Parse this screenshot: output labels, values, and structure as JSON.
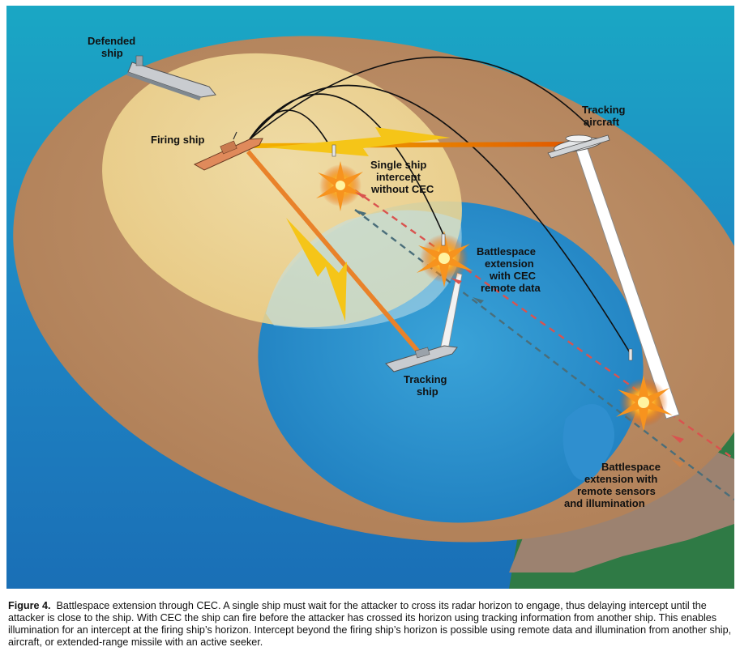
{
  "labels": {
    "defended_ship": [
      "Defended",
      "ship"
    ],
    "firing_ship": [
      "Firing ship"
    ],
    "tracking_aircraft": [
      "Tracking",
      "aircraft"
    ],
    "single_ship": [
      "Single ship",
      "intercept",
      "without CEC"
    ],
    "battlespace_cec": [
      "Battlespace",
      "extension",
      "with CEC",
      "remote data"
    ],
    "tracking_ship": [
      "Tracking",
      "ship"
    ],
    "battlespace_remote": [
      "Battlespace",
      "extension with",
      "remote sensors",
      "and illumination"
    ]
  },
  "caption": {
    "figure_label": "Figure 4.",
    "text": "Battlespace extension through CEC. A single ship must wait for the attacker to cross its radar horizon to engage, thus delaying intercept until the attacker is close to the ship. With CEC the ship can fire before the attacker has crossed its horizon using tracking information from another ship. This enables illumination for an intercept at the firing ship’s horizon. Intercept beyond the firing ship’s horizon is possible using remote data and illumination from another ship, aircraft, or extended-range missile with an active seeker."
  },
  "colors": {
    "ocean": "#1f86c4",
    "outer_zone": "#b88a64",
    "firing_zone": "#f1dc9a",
    "tracking_zone": "#2a8fc9",
    "land": "#2f7a45",
    "lightning": "#f5c518"
  }
}
